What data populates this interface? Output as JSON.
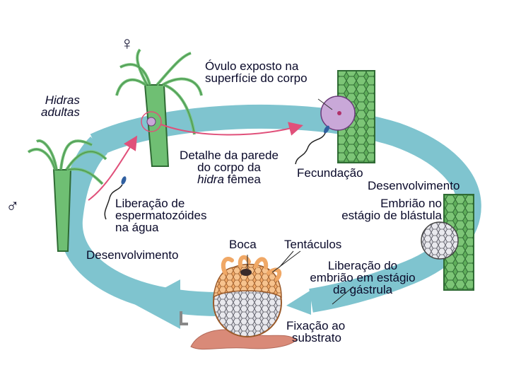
{
  "labels": {
    "hidras_adultas": [
      "Hidras",
      "adultas"
    ],
    "ovulo": [
      "Óvulo exposto na",
      "superfície do corpo"
    ],
    "detalhe": [
      "Detalhe da parede",
      "do corpo da",
      "hidra",
      " fêmea"
    ],
    "fecundacao": "Fecundação",
    "desenvolvimento_top": "Desenvolvimento",
    "embriao_blastula": [
      "Embrião no",
      "estágio de blástula"
    ],
    "liberacao_esperma": [
      "Liberação de",
      "espermatozóides",
      "na água"
    ],
    "desenvolvimento_bottom": "Desenvolvimento",
    "boca": "Boca",
    "tentaculos": "Tentáculos",
    "liberacao_embriao": [
      "Liberação do",
      "embrião em estágio",
      "da gástrula"
    ],
    "fixacao": [
      "Fixação ao",
      "substrato"
    ]
  },
  "symbols": {
    "female": "♀",
    "male": "♂"
  },
  "colors": {
    "cycle_arrow": "#7fc4cf",
    "hydra_green": "#6fbf73",
    "hydra_outline": "#2f6b34",
    "cell_wall_green": "#4f9a4a",
    "ovum_purple": "#c9a8d8",
    "embryo_gray": "#b8b8c0",
    "embryo_orange": "#f2b77a",
    "substrate_red": "#d98a78",
    "pink_arrow": "#e0507a",
    "text": "#0a0a2a"
  }
}
